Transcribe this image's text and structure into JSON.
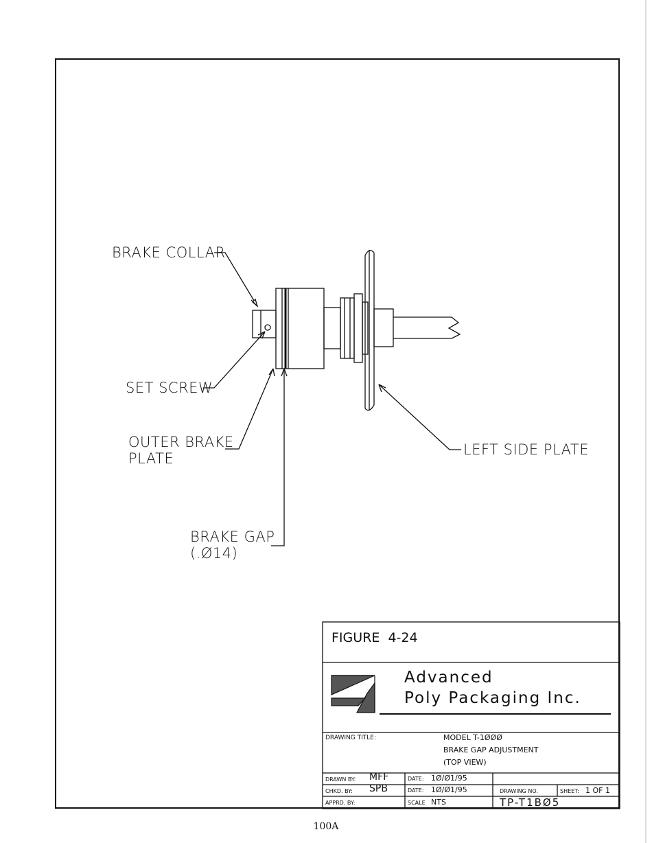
{
  "labels": {
    "brake_collar": "BRAKE COLLAR",
    "set_screw": "SET SCREW",
    "outer_brake_plate_line1": "OUTER BRAKE",
    "outer_brake_plate_line2": "PLATE",
    "brake_gap_line1": "BRAKE GAP",
    "brake_gap_line2": "(.Ø14)",
    "left_side_plate": "LEFT SIDE PLATE"
  },
  "title_block": {
    "figure": "FIGURE  4-24",
    "company_line1": "Advanced",
    "company_line2": "Poly Packaging Inc.",
    "drawing_title_label": "DRAWING TITLE:",
    "drawing_title_line1": "MODEL T-1ØØØ",
    "drawing_title_line2": "BRAKE GAP ADJUSTMENT",
    "drawing_title_line3": "(TOP VIEW)",
    "drawn_by_label": "DRAWN BY:",
    "drawn_by": "MFF",
    "date1_label": "DATE:",
    "date1": "1Ø/Ø1/95",
    "chkd_by_label": "CHKD. BY:",
    "chkd_by": "SPB",
    "date2_label": "DATE:",
    "date2": "1Ø/Ø1/95",
    "drawing_no_label": "DRAWING NO.",
    "sheet_label": "SHEET:",
    "sheet": "1 OF 1",
    "appd_by_label": "APPRD. BY:",
    "scale_label": "SCALE",
    "scale": "NTS",
    "drawing_no": "TP-T1BØ5"
  },
  "page_number": "100A"
}
